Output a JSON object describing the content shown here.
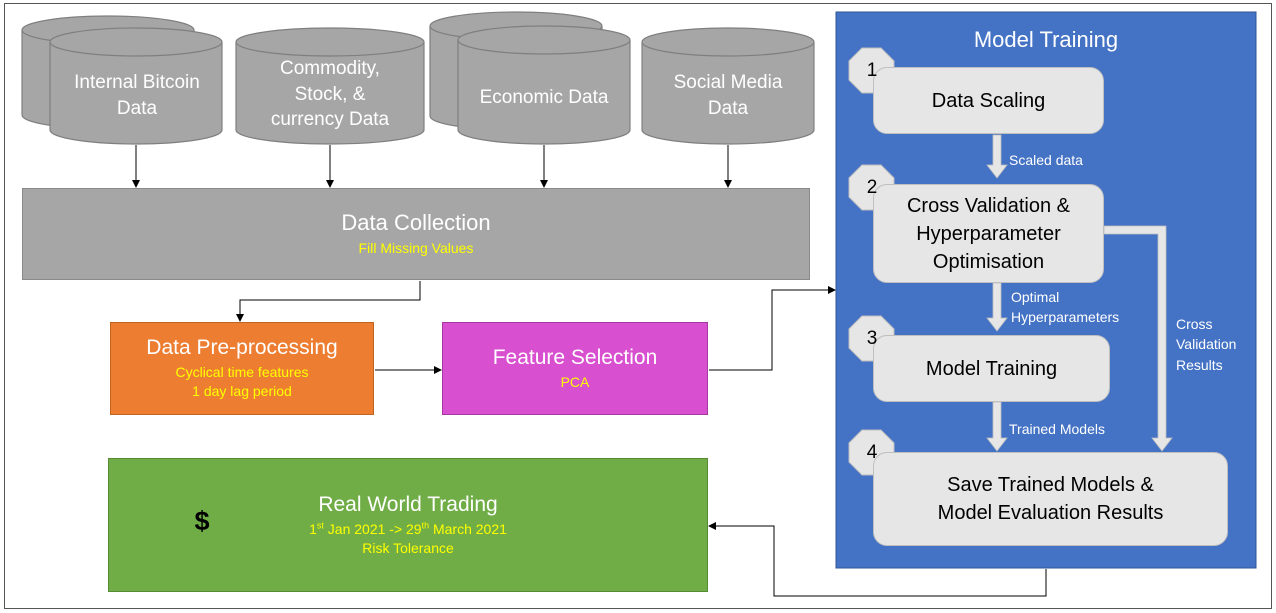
{
  "sources": [
    {
      "lines": [
        "Internal Bitcoin",
        "Data"
      ]
    },
    {
      "lines": [
        "Commodity,",
        "Stock, &",
        "currency Data"
      ]
    },
    {
      "lines": [
        "Economic Data"
      ]
    },
    {
      "lines": [
        "Social Media",
        "Data"
      ]
    }
  ],
  "collection": {
    "title": "Data Collection",
    "sub": "Fill Missing Values"
  },
  "preprocessing": {
    "title": "Data Pre-processing",
    "sub1": "Cyclical time features",
    "sub2": "1 day lag period"
  },
  "feature_selection": {
    "title": "Feature Selection",
    "sub": "PCA"
  },
  "trading": {
    "title": "Real World Trading",
    "date_start": "1",
    "date_start_sup": "st",
    "date_start_rest": " Jan 2021 -> 29",
    "date_end_sup": "th",
    "date_end_rest": " March 2021",
    "sub2": "Risk Tolerance",
    "icon_symbol": "$"
  },
  "model_training": {
    "title": "Model Training",
    "steps": [
      {
        "num": "1",
        "lines": [
          "Data Scaling"
        ]
      },
      {
        "num": "2",
        "lines": [
          "Cross Validation &",
          "Hyperparameter",
          "Optimisation"
        ]
      },
      {
        "num": "3",
        "lines": [
          "Model Training"
        ]
      },
      {
        "num": "4",
        "lines": [
          "Save Trained Models &",
          "Model Evaluation Results"
        ]
      }
    ],
    "flows": {
      "scaled": "Scaled data",
      "optimal1": "Optimal",
      "optimal2": "Hyperparameters",
      "trained": "Trained Models",
      "cv1": "Cross",
      "cv2": "Validation",
      "cv3": "Results"
    }
  },
  "colors": {
    "cylinder": "#a6a6a6",
    "collection": "#a6a6a6",
    "preprocessing": "#ed7d31",
    "feature_selection": "#d84fd0",
    "trading": "#70ad47",
    "panel": "#4472c4",
    "step": "#e7e6e6",
    "highlight_text": "#ffff00"
  }
}
